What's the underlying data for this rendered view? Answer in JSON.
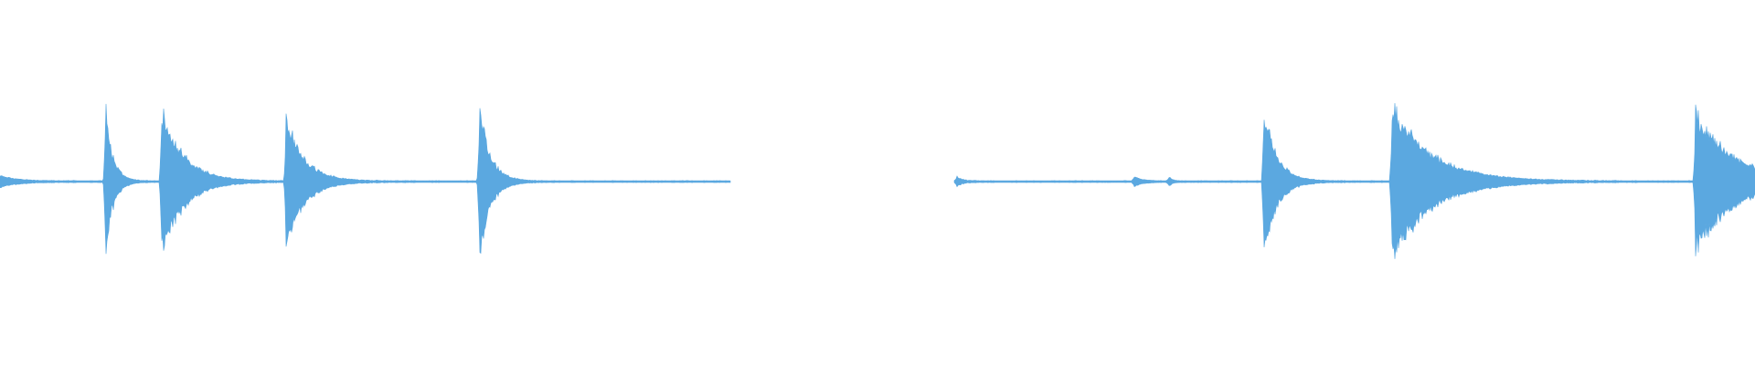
{
  "waveform": {
    "color": "#5BA8E0",
    "background": "#ffffff",
    "segments": [
      {
        "start": 0.0,
        "end": 0.416,
        "baseline": 0.008,
        "transients": [
          {
            "t": 0.0,
            "amp": 0.06,
            "decay": 0.01
          },
          {
            "t": 0.06,
            "amp": 0.88,
            "decay": 0.004
          },
          {
            "t": 0.092,
            "amp": 0.86,
            "decay": 0.012
          },
          {
            "t": 0.163,
            "amp": 0.74,
            "decay": 0.01
          },
          {
            "t": 0.273,
            "amp": 0.89,
            "decay": 0.006
          }
        ]
      },
      {
        "start": 0.544,
        "end": 1.0,
        "baseline": 0.008,
        "transients": [
          {
            "t": 0.545,
            "amp": 0.06,
            "decay": 0.003
          },
          {
            "t": 0.646,
            "amp": 0.06,
            "decay": 0.004
          },
          {
            "t": 0.666,
            "amp": 0.05,
            "decay": 0.002
          },
          {
            "t": 0.72,
            "amp": 0.88,
            "decay": 0.007
          },
          {
            "t": 0.793,
            "amp": 0.86,
            "decay": 0.022
          },
          {
            "t": 0.966,
            "amp": 0.77,
            "decay": 0.022
          }
        ]
      }
    ]
  }
}
